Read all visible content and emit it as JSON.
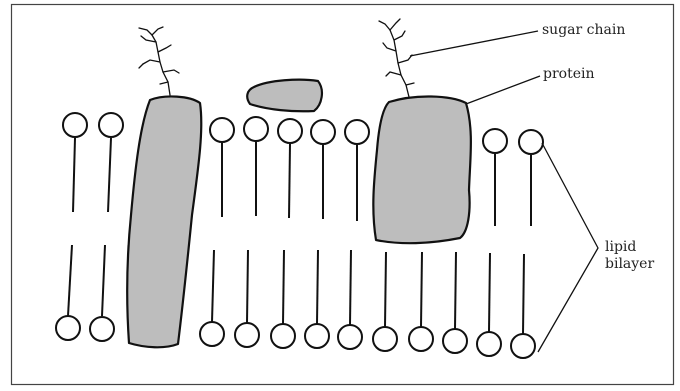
{
  "labels": {
    "sugar_chain": "sugar chain",
    "protein": "protein",
    "lipid_line1": "lipid",
    "lipid_line2": "bilayer"
  },
  "colors": {
    "protein_fill": "#bdbdbd",
    "stroke": "#111111",
    "frame": "#444444",
    "background": "#ffffff"
  }
}
